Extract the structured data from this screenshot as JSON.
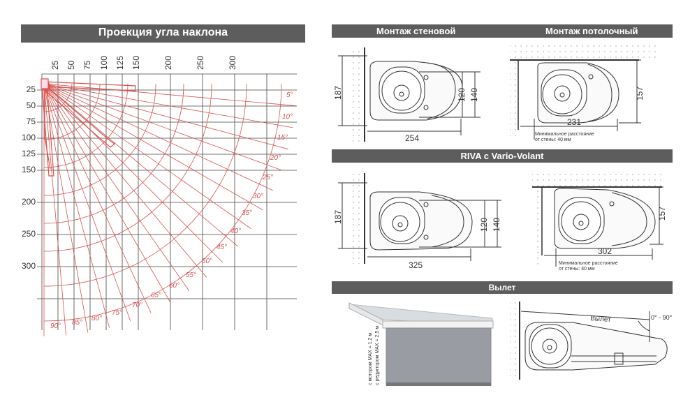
{
  "colors": {
    "header_bg": "#5d5d5d",
    "header_text": "#ffffff",
    "red": "#d9534f",
    "dark": "#333333"
  },
  "left_panel": {
    "title": "Проекция угла наклона",
    "top_ticks": [
      "25",
      "50",
      "75",
      "100",
      "125",
      "150",
      "200",
      "250",
      "300"
    ],
    "left_ticks": [
      "25",
      "50",
      "75",
      "100",
      "125",
      "150",
      "200",
      "250",
      "300"
    ],
    "angles": [
      "5°",
      "10°",
      "15°",
      "20°",
      "25°",
      "30°",
      "35°",
      "40°",
      "45°",
      "50°",
      "55°",
      "60°",
      "65°",
      "70°",
      "75°",
      "80°",
      "85°",
      "90°"
    ]
  },
  "mount_header": {
    "wall": "Монтаж стеновой",
    "ceiling": "Монтаж потолочный"
  },
  "wall_mount": {
    "height": "187",
    "h1": "120",
    "h2": "140",
    "width": "254"
  },
  "ceiling_mount": {
    "height": "157",
    "width": "231",
    "note_line1": "Минимальное расстояние",
    "note_line2": "от стены: 40 мм"
  },
  "riva_header": "RIVA с Vario-Volant",
  "riva_wall": {
    "height": "187",
    "h1": "120",
    "h2": "140",
    "width": "325"
  },
  "riva_ceiling": {
    "height": "157",
    "width": "302",
    "note_line1": "Минимальное расстояние",
    "note_line2": "от стены: 40 мм"
  },
  "projection_header": "Вылет",
  "awning_photo": {
    "note_line1": "с мотором MAX = 1,2 м.",
    "note_line2": "с редуктором MAX = 2,5 м."
  },
  "projection_drawing": {
    "label": "Вылет",
    "angle": "0° - 90°"
  }
}
